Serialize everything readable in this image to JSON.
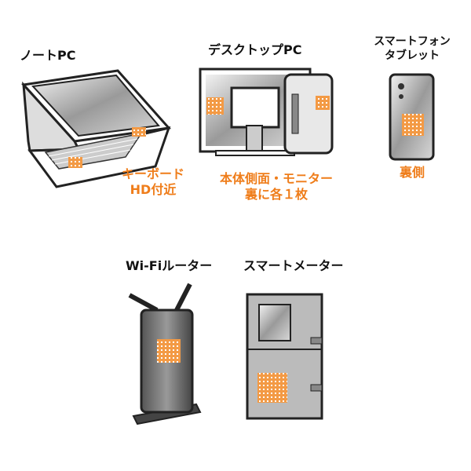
{
  "devices": {
    "laptop": {
      "title": "ノートPC",
      "note_line1": "キーボード",
      "note_line2": "HD付近"
    },
    "desktop": {
      "title": "デスクトップPC",
      "note_line1": "本体側面・モニター",
      "note_line2": "裏に各１枚"
    },
    "phone": {
      "title_line1": "スマートフォン",
      "title_line2": "タブレット",
      "note": "裏側"
    },
    "router": {
      "title": "Wi-Fiルーター"
    },
    "meter": {
      "title": "スマートメーター"
    }
  },
  "colors": {
    "accent": "#ef7d1a",
    "text": "#111111",
    "device_gray": "#9a9a9a"
  }
}
